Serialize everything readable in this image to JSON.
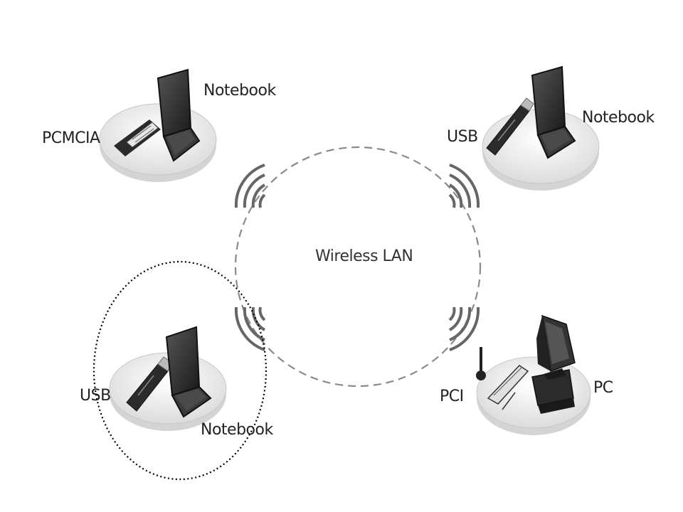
{
  "center": {
    "label": "Wireless LAN"
  },
  "nodes": [
    {
      "id": "top-left",
      "device_label": "Notebook",
      "adapter_label": "PCMCIA"
    },
    {
      "id": "top-right",
      "device_label": "Notebook",
      "adapter_label": "USB"
    },
    {
      "id": "bottom-left",
      "device_label": "Notebook",
      "adapter_label": "USB",
      "highlighted": true
    },
    {
      "id": "bottom-right",
      "device_label": "PC",
      "adapter_label": "PCI"
    }
  ],
  "colors": {
    "stroke": "#555555",
    "platform": "#e6e6e6",
    "device": "#2b2b2b",
    "dashed_ring": "#777777",
    "highlight": "#000000"
  }
}
